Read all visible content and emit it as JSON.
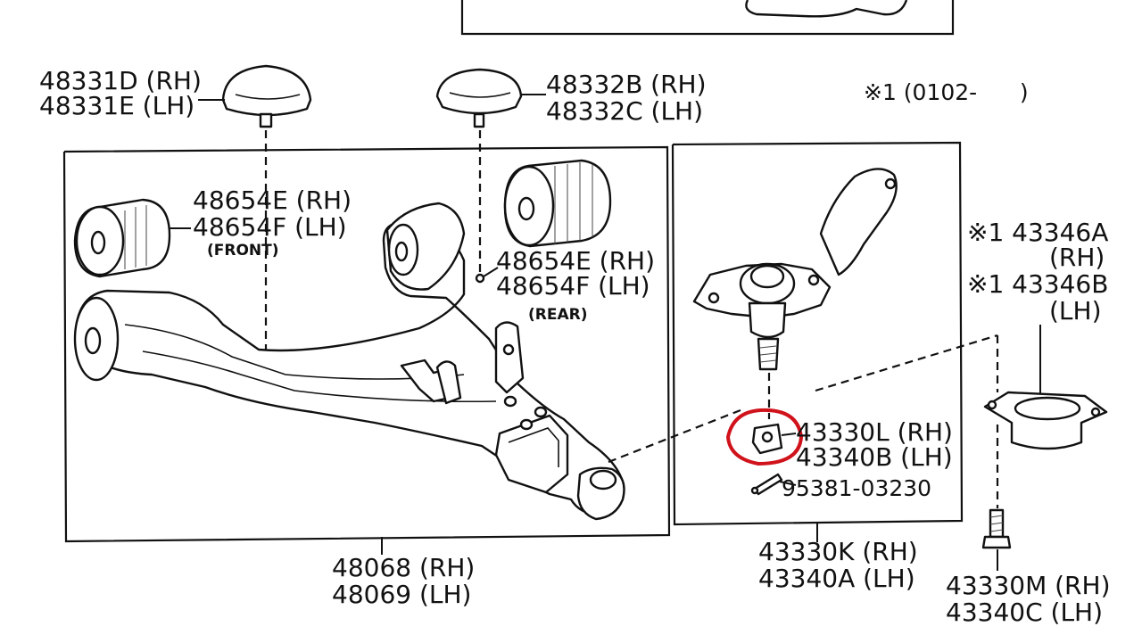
{
  "labels": {
    "ins_mount_rh": "48331D (RH)",
    "ins_mount_lh": "48331E (LH)",
    "stopper_rh": "48332B (RH)",
    "stopper_lh": "48332C (LH)",
    "prod_period": "※1 (0102-      )",
    "bush_front_rh": "48654E (RH)",
    "bush_front_lh": "48654F (LH)",
    "bush_front_note": "(FRONT)",
    "bush_rear_rh": "48654E (RH)",
    "bush_rear_lh": "48654F (LH)",
    "bush_rear_note": "(REAR)",
    "cover_rh_a": "※1 43346A",
    "cover_rh_b": "(RH)",
    "cover_lh_a": "※1 43346B",
    "cover_lh_b": "(LH)",
    "nut_rh": "43330L (RH)",
    "nut_lh": "43340B (LH)",
    "cotter_pin": "95381-03230",
    "arm_rh": "48068 (RH)",
    "arm_lh": "48069 (LH)",
    "joint_rh": "43330K (RH)",
    "joint_lh": "43340A (LH)",
    "bolt_rh": "43330M (RH)",
    "bolt_lh": "43340C (LH)"
  },
  "colors": {
    "line": "#111111",
    "highlight_circle": "#d0121b",
    "background": "#ffffff"
  }
}
